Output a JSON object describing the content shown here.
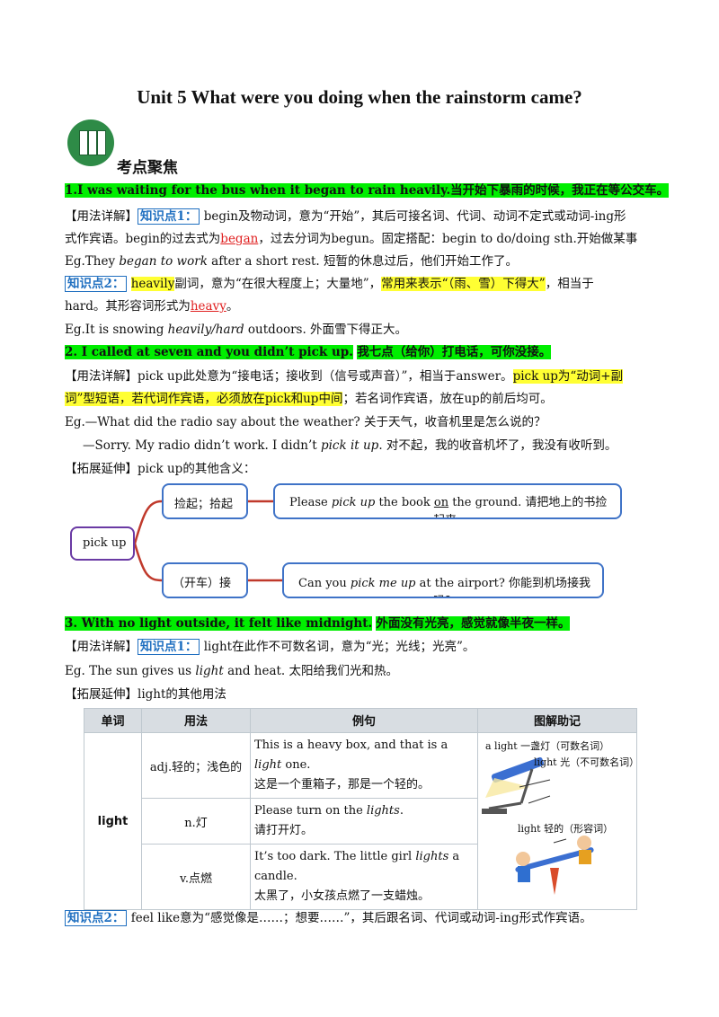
{
  "title": "Unit 5 What were you doing when the rainstorm came?",
  "section_heading": "考点聚焦",
  "p1": {
    "heading_en": "1.I was waiting for the bus when it began to rain heavily.",
    "heading_cn": "当开始下暴雨的时候，我正在等公交车。",
    "usage_label": "【用法详解】",
    "kp1": "知识点1：",
    "t1": "begin及物动词，意为“开始”，其后可接名词、代词、动词不定式或动词-ing形",
    "t2a": "式作宾语。begin的过去式为",
    "ans1": "began",
    "t2b": "，过去分词为begun。固定搭配：begin to do/doing sth.开始做某事",
    "eg1a": "Eg.They ",
    "eg1i": "began to work",
    "eg1b": " after a short rest. 短暂的休息过后，他们开始工作了。",
    "kp2": "知识点2：",
    "word": "heavily",
    "t3a": "副词，意为“在很大程度上；大量地”，",
    "t3hl": "常用来表示“（雨、雪）下得大”",
    "t3b": "，相当于",
    "t4a": "hard。其形容词形式为",
    "ans2": "heavy",
    "t4b": "。",
    "eg2a": "Eg.It is snowing ",
    "eg2i": "heavily/hard",
    "eg2b": " outdoors. 外面雪下得正大。"
  },
  "p2": {
    "heading_en": "2. I called at seven and you didn’t pick up.",
    "heading_cn": "我七点（给你）打电话，可你没接。",
    "usage_label": "【用法详解】",
    "t1a": "pick up此处意为“接电话；接收到（信号或声音）”，相当于answer。",
    "t1hl": "pick up为“动词+副",
    "t2hl": "词”型短语，若代词作宾语，必须放在pick和up中间",
    "t2b": "；若名词作宾语，放在up的前后均可。",
    "eg1": "Eg.—What did the radio say about the weather? 关于天气，收音机里是怎么说的？",
    "eg2a": "—Sorry. My radio didn’t work. I didn’t ",
    "eg2i": "pick it up",
    "eg2b": ". 对不起，我的收音机坏了，我没有收听到。",
    "ext_label": "【拓展延伸】",
    "ext_text": "pick up的其他含义：",
    "mm_center": "pick up",
    "mm_b1": "捡起；拾起",
    "mm_e1a": "Please ",
    "mm_e1i": "pick up",
    "mm_e1b": " the book ",
    "mm_e1u": "on",
    "mm_e1c": " the ground. 请把地上的书捡",
    "mm_e1d": "起来。",
    "mm_b2": "（开车）接",
    "mm_e2a": "Can you ",
    "mm_e2i": "pick me up",
    "mm_e2b": " at the airport? 你能到机场接我",
    "mm_e2c": "吗？"
  },
  "p3": {
    "heading_en": "3. With no light outside, it felt like midnight.",
    "heading_cn": "外面没有光亮，感觉就像半夜一样。",
    "usage_label": "【用法详解】",
    "kp1": "知识点1：",
    "t1": "light在此作不可数名词，意为“光；光线；光亮”。",
    "eg1a": "Eg. The sun gives us ",
    "eg1i": "light",
    "eg1b": " and heat. 太阳给我们光和热。",
    "ext_label": "【拓展延伸】",
    "ext_text": "light的其他用法",
    "table": {
      "headers": [
        "单词",
        "用法",
        "例句",
        "图解助记"
      ],
      "word": "light",
      "rows": [
        {
          "usage": "adj.轻的；浅色的",
          "ex_en_a": "This is a heavy box, and that is a ",
          "ex_en_i": "light",
          "ex_en_b": " one.",
          "ex_cn": "这是一个重箱子，那是一个轻的。"
        },
        {
          "usage": "n.灯",
          "ex_en_a": "Please turn on the ",
          "ex_en_i": "lights",
          "ex_en_b": ".",
          "ex_cn": "请打开灯。"
        },
        {
          "usage": "v.点燃",
          "ex_en_a": "It’s too dark. The little girl ",
          "ex_en_i": "lights",
          "ex_en_b": " a candle.",
          "ex_cn": "太黑了，小女孩点燃了一支蜡烛。"
        }
      ],
      "img_label1": "a light 一盏灯（可数名词）",
      "img_label2": "light 光（不可数名词）",
      "img_label3": "light 轻的（形容词）"
    },
    "kp2": "知识点2：",
    "t2": "feel like意为“感觉像是……；想要……”，其后跟名词、代词或动词-ing形式作宾语。"
  },
  "colors": {
    "highlight_green": "#00ee00",
    "highlight_yellow": "#ffff33",
    "keypoint_blue": "#1f6fc0",
    "answer_red": "#e02020",
    "mindmap_red": "#c0392b",
    "mindmap_blue": "#3f73c7",
    "mindmap_purple": "#6a3aa4"
  }
}
